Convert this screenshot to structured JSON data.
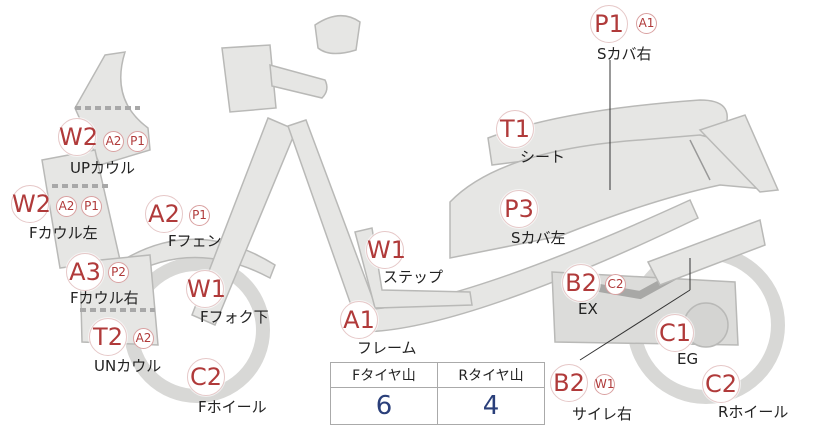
{
  "parts": {
    "s_cover_r": {
      "grade": "P1",
      "subs": [
        "A1"
      ],
      "name": "Sカバ右"
    },
    "seat": {
      "grade": "T1",
      "subs": [],
      "name": "シート"
    },
    "up_cowl": {
      "grade": "W2",
      "subs": [
        "A2",
        "P1"
      ],
      "name": "UPカウル"
    },
    "f_cowl_l": {
      "grade": "W2",
      "subs": [
        "A2",
        "P1"
      ],
      "name": "Fカウル左"
    },
    "f_fender": {
      "grade": "A2",
      "subs": [
        "P1"
      ],
      "name": "Fフェン"
    },
    "s_cover_l": {
      "grade": "P3",
      "subs": [],
      "name": "Sカバ左"
    },
    "step": {
      "grade": "W1",
      "subs": [],
      "name": "ステップ"
    },
    "f_cowl_r": {
      "grade": "A3",
      "subs": [
        "P2"
      ],
      "name": "Fカウル右"
    },
    "f_fork_low": {
      "grade": "W1",
      "subs": [],
      "name": "Fフォク下"
    },
    "exhaust": {
      "grade": "B2",
      "subs": [
        "C2"
      ],
      "name": "EX"
    },
    "frame": {
      "grade": "A1",
      "subs": [],
      "name": "フレーム"
    },
    "engine": {
      "grade": "C1",
      "subs": [],
      "name": "EG"
    },
    "un_cowl": {
      "grade": "T2",
      "subs": [
        "A2"
      ],
      "name": "UNカウル"
    },
    "f_wheel": {
      "grade": "C2",
      "subs": [],
      "name": "Fホイール"
    },
    "muffler_r": {
      "grade": "B2",
      "subs": [
        "W1"
      ],
      "name": "サイレ右"
    },
    "r_wheel": {
      "grade": "C2",
      "subs": [],
      "name": "Rホイール"
    }
  },
  "tire_table": {
    "front_header": "Fタイヤ山",
    "rear_header": "Rタイヤ山",
    "front_value": "6",
    "rear_value": "4"
  },
  "colors": {
    "grade_text": "#b03a3a",
    "bike_fill": "#e6e6e4",
    "bike_stroke": "#b8b8b6",
    "tire_value": "#2a3f7a"
  }
}
